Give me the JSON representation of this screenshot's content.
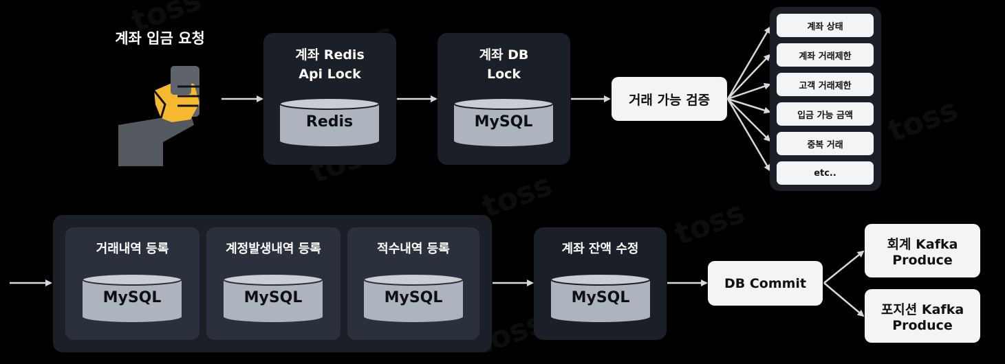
{
  "watermark": "toss",
  "request": {
    "label": "계좌 입금 요청"
  },
  "redis_lock": {
    "title_line1": "계좌 Redis",
    "title_line2": "Api Lock",
    "db": "Redis"
  },
  "db_lock": {
    "title_line1": "계좌 DB",
    "title_line2": "Lock",
    "db": "MySQL"
  },
  "validate": {
    "label": "거래 가능 검증"
  },
  "checks": [
    "계좌 상태",
    "계좌 거래제한",
    "고객 거래제한",
    "입금 가능 금액",
    "중복 거래",
    "etc.."
  ],
  "registrations": [
    {
      "title": "거래내역 등록",
      "db": "MySQL"
    },
    {
      "title": "계정발생내역 등록",
      "db": "MySQL"
    },
    {
      "title": "적수내역 등록",
      "db": "MySQL"
    }
  ],
  "balance": {
    "title": "계좌 잔액 수정",
    "db": "MySQL"
  },
  "commit": {
    "label": "DB Commit"
  },
  "kafka": [
    {
      "line1": "회계 Kafka",
      "line2": "Produce"
    },
    {
      "line1": "포지션 Kafka",
      "line2": "Produce"
    }
  ],
  "colors": {
    "panel": "#1b1f27",
    "inner": "#2b313c",
    "cylinder": "#aeb4be",
    "arrow": "#d6d8dc",
    "hand": "#f5b82e",
    "phone": "#5f636b"
  }
}
